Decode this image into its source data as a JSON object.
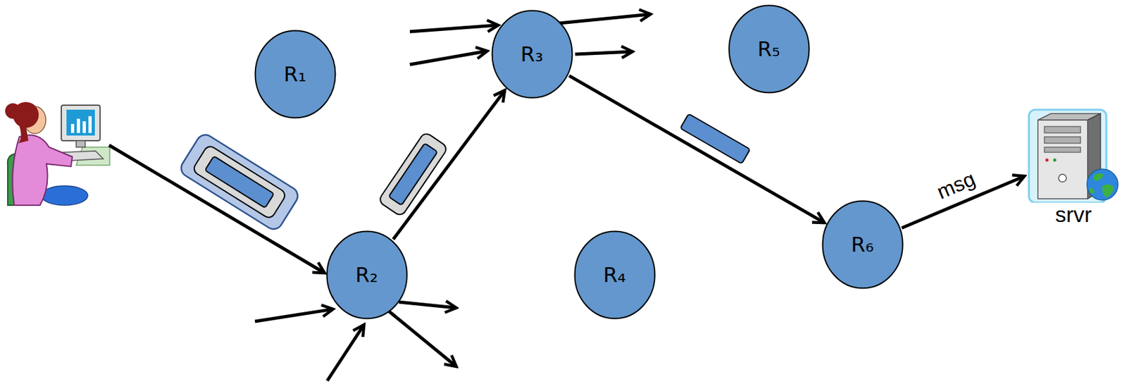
{
  "diagram": {
    "nodes": [
      {
        "text": [
          "R₁"
        ]
      },
      {
        "text": [
          "R₂"
        ]
      },
      {
        "text": [
          "R₃"
        ]
      },
      {
        "text": [
          "R₄"
        ]
      },
      {
        "text": [
          "R₅"
        ]
      },
      {
        "text": [
          "R₆"
        ]
      },
      {
        "text": [
          "srvr"
        ]
      }
    ],
    "edges": [
      {
        "from": 1,
        "to": 2,
        "arrow": "to"
      },
      {
        "from": 2,
        "to": 5,
        "arrow": "to"
      },
      {
        "from": 5,
        "to": 6,
        "arrow": "to",
        "label": "msg"
      }
    ]
  }
}
